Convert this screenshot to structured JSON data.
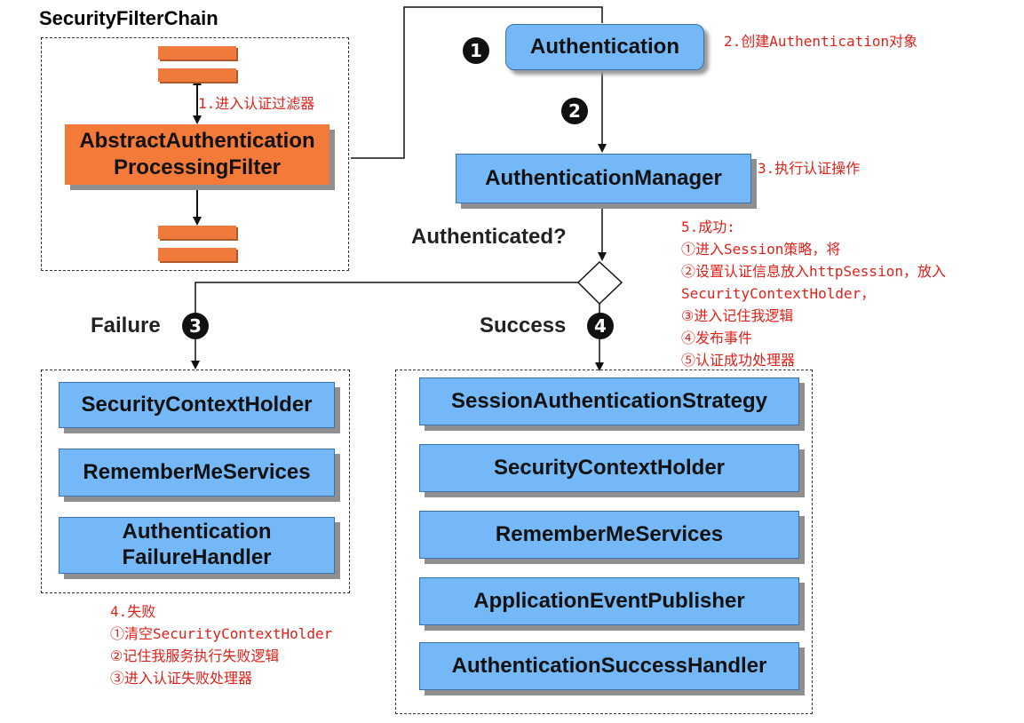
{
  "chain_title": "SecurityFilterChain",
  "filter_box": "AbstractAuthentication\nProcessingFilter",
  "authentication_box": "Authentication",
  "manager_box": "AuthenticationManager",
  "decision_label": "Authenticated?",
  "failure_label": "Failure",
  "success_label": "Success",
  "steps": {
    "one": "1",
    "two": "2",
    "three": "3",
    "four": "4"
  },
  "failure_boxes": [
    "SecurityContextHolder",
    "RememberMeServices",
    "Authentication\nFailureHandler"
  ],
  "success_boxes": [
    "SessionAuthenticationStrategy",
    "SecurityContextHolder",
    "RememberMeServices",
    "ApplicationEventPublisher",
    "AuthenticationSuccessHandler"
  ],
  "notes": {
    "enter_filter": "1.进入认证过滤器",
    "create_auth": "2.创建Authentication对象",
    "execute_auth": "3.执行认证操作",
    "success": "5.成功:\n①进入Session策略，将\n②设置认证信息放入httpSession，放入\nSecurityContextHolder，\n③进入记住我逻辑\n④发布事件\n⑤认证成功处理器",
    "failure": "4.失败\n①清空SecurityContextHolder\n②记住我服务执行失败逻辑\n③进入认证失败处理器"
  }
}
